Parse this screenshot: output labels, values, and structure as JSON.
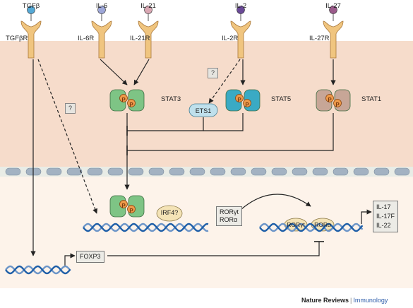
{
  "ligands": {
    "tgfb": "TGFβ",
    "il6": "IL-6",
    "il21": "IL-21",
    "il2": "IL-2",
    "il27": "IL-27"
  },
  "receptors": {
    "tgfbr": "TGFβR",
    "il6r": "IL-6R",
    "il21r": "IL-21R",
    "il2r": "IL-2R",
    "il27r": "IL-27R"
  },
  "stats": {
    "stat3": "STAT3",
    "stat5": "STAT5",
    "stat1": "STAT1"
  },
  "phospho_label": "P",
  "ets1": "ETS1",
  "unknown_label": "?",
  "irf4": "IRF4?",
  "ror_box": [
    "RORγt",
    "RORα"
  ],
  "ror_bound": [
    "RORγt",
    "RORα"
  ],
  "cytokines": [
    "IL-17",
    "IL-17F",
    "IL-22"
  ],
  "foxp3": "FOXP3",
  "footer": {
    "journal": "Nature Reviews",
    "separator": "|",
    "section": "Immunology"
  },
  "colors": {
    "membrane": "#f6dccb",
    "nucleus": "#fdf3ea",
    "receptor": "#f0c57f",
    "stat3": "#7ec485",
    "stat5": "#3aaac4",
    "stat1": "#c7a697",
    "phospho": "#ee9a4a",
    "dna": "#1f5fa8",
    "pore": "#a3b2c2",
    "ligand_tgfb": "#55a9d6",
    "ligand_il6": "#9ea7d8",
    "ligand_il21": "#d9a7b3",
    "ligand_il2": "#6a4a97",
    "ligand_il27": "#9a5a8a"
  }
}
